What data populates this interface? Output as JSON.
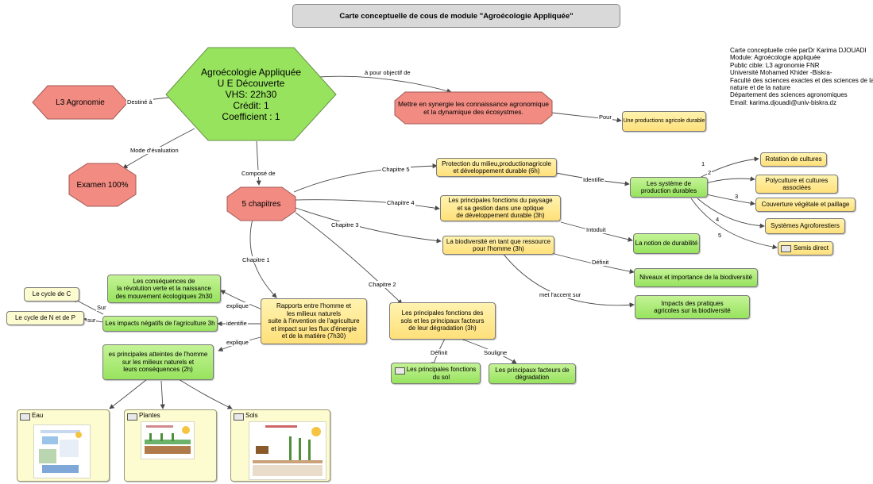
{
  "title": "Carte conceptuelle de cous de module \"Agroécologie Appliquée\"",
  "info": [
    "Carte conceptuelle crée parDr Karima DJOUADI",
    "Module: Agroécologie appliquée",
    "Public cible: L3 agronomie FNR",
    "Université Mohamed Khider -Biskra-",
    "Faculté des sciences exactes et des sciences de la",
    "nature et de la nature",
    "Département des sciences agronomiques",
    "Email: karima.djouadi@univ-biskra.dz"
  ],
  "main": {
    "line1": "Agroécologie Appliquée",
    "line2": "U E Découverte",
    "line3": "VHS: 22h30",
    "line4": "Crédit: 1",
    "line5": "Coefficient : 1"
  },
  "nodes": {
    "l3": "L3 Agronomie",
    "examen": "Examen 100%",
    "chapitres": "5 chapitres",
    "objectif_1": "Mettre en synergie les connaissance agronomique",
    "objectif_2": "et la dynamique des écosystmes.",
    "production": "Une productions agricole durable",
    "ch5_1": "Protection du milieu,productionagricole",
    "ch5_2": "et développement durable (6h)",
    "systeme_1": "Les système de",
    "systeme_2": "production durables",
    "rotation": "Rotation de cultures",
    "polyculture_1": "Polyculture et cultures",
    "polyculture_2": "associées",
    "couverture": "Couverture végétale et paillage",
    "agrofor": "Systèmes Agroforestiers",
    "semis": "Semis direct",
    "ch4_1": "Les principales fonctions du paysage",
    "ch4_2": "et sa gestion dans une optique",
    "ch4_3": "de développement durable (3h)",
    "durabilite": "La notion de durabilité",
    "ch3_1": "La biodiversité en tant que ressource",
    "ch3_2": "pour l'homme (3h)",
    "niveaux": "Niveaux et importance de la biodiversité",
    "impacts_1": "Impacts des pratiques",
    "impacts_2": "agricoles sur la biodiversité",
    "ch2_1": "Les principales fonctions des",
    "ch2_2": "sols et les principaux facteurs",
    "ch2_3": "de leur dégradation (3h)",
    "fonctions_1": "Les principales fonctions",
    "fonctions_2": "du sol",
    "facteurs_1": "Les principaux facteurs de",
    "facteurs_2": "dégradation",
    "ch1_1": "Rapports entre l'homme et",
    "ch1_2": "les milieux naturels",
    "ch1_3": "suite à l'invention de l'agriculture",
    "ch1_4": "et impact sur les flux d'énergie",
    "ch1_5": "et de la matière (7h30)",
    "consequences_1": "Les conséquences de",
    "consequences_2": "la révolution verte et la naissance",
    "consequences_3": "des mouvement écologiques 2h30",
    "impacts_neg": "Les impacts négatifs de l'agriculture 3h",
    "cycle_c": "Le cycle de C",
    "cycle_np": "Le cycle de N et de P",
    "atteintes_1": "es principales atteintes de l'homme",
    "atteintes_2": "sur les milieux naturels et",
    "atteintes_3": "leurs conséquences (2h)",
    "eau": "Eau",
    "plantes": "Plantes",
    "sols": "Sols"
  },
  "labels": {
    "destine": "Destiné à",
    "objectif": "à pour objectif de",
    "pour": "Pour",
    "mode": "Mode d'évaluation",
    "compose": "Composé de",
    "chapitre5": "Chapitre 5",
    "chapitre4": "Chapitre 4",
    "chapitre3": "Chapitre 3",
    "chapitre2": "Chapitre 2",
    "chapitre1": "Chapitre 1",
    "identifie1": "Identifie",
    "intoduit": "Intoduit",
    "definit1": "Définit",
    "met": "met l'accent sur",
    "definit2": "Définit",
    "souligne": "Souligne",
    "explique1": "explique",
    "identifie2": "identifie",
    "explique2": "explique",
    "sur1": "Sur",
    "sur2": "sur",
    "n1": "1",
    "n2": "2",
    "n3": "3",
    "n4": "4",
    "n5": "5"
  },
  "colors": {
    "hexagon_main": "#97e35e",
    "red_shape": "#f28b82",
    "green_node": "#97e35e",
    "yellow_node": "#ffe07a",
    "link": "#4a4a4a"
  }
}
